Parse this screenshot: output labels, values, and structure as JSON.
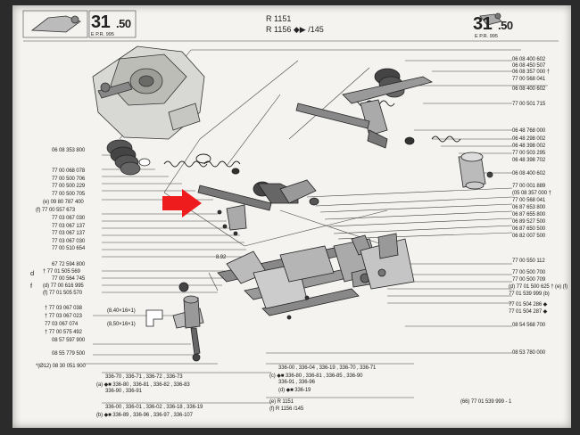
{
  "header": {
    "page_left_int": "31",
    "page_left_dec": ".50",
    "edition_left": "E     P.R. 995",
    "model1": "R 1151",
    "model2": "R 1156  ◆▶  /145",
    "page_right_int": "31",
    "page_right_dec": ".50",
    "edition_right": "E     P.R. 995"
  },
  "left_parts": [
    "06 08 353 800",
    "77 00 068 078",
    "77 00 500 706",
    "77 00 500 229",
    "77 00 500 705",
    "(e) 09 80 787 400",
    "(f) 77 00 557 673",
    "77 03 067 030",
    "77 03 067 137",
    "77 03 067 137",
    "77 03 067 030",
    "77 00 510 654",
    "67 72 594 800",
    "† 77 01 505 569",
    "77 00 564 745",
    "(d) 77 00 616 995",
    "(f) 77 01 505 570",
    "† 77 03 067 038",
    "† 77 03 067 023",
    "77 03 067 074",
    "† 77 00 575 492",
    "08 57 597 900",
    "08 55 779 500",
    "*(Ø12) 08 30 051 900"
  ],
  "left_markers": [
    "d",
    "f"
  ],
  "dim_notes": [
    "(8,40×16×1)",
    "(8,50×16×1)",
    "8.92"
  ],
  "right_parts": [
    "06 08 400 602",
    "06 08 450 507",
    "06 08 357 000 †",
    "77 00 568 041",
    "06 08 400 602",
    "77 00 501 715",
    "06 48 768 000",
    "06 48 298 002",
    "06 48 398 002",
    "77 00 503 295",
    "06 48 398 702",
    "06 08 400 602",
    "77 00 001 889",
    "(05 08 357 000 †",
    "77 00 568 041",
    "06 87 653 800",
    "06 87 655 800",
    "06 89 527 500",
    "06 87 650 500",
    "06 82 007 500",
    "77 00 550 112",
    "77 00 500 700",
    "77 00 500 709",
    "(d) 77 01 500 625 † (e) (f)",
    "77 01 539 999 (b)",
    "77 01 504 286 ◆",
    "77 01 504 287 ◆",
    "08 54 568 700",
    "08 53 780 000"
  ],
  "applicability_left": [
    "336-70 , 336-71 , 336-72 , 336-73",
    "(a)  ◆■  336-80 , 336-81 , 336-82 , 336-83",
    "336-90 , 336-91",
    "336-00 , 336-01 , 336-02 , 336-18 , 336-19",
    "(b)  ◆■  336-89 , 336-96 , 336-97 , 336-107"
  ],
  "applicability_right": [
    "336-00 , 336-04 , 336-19 , 336-70 , 336-71",
    "(c)  ◆■  336-80 , 336-81 , 336-85 , 336-90",
    "336-91 , 336-96",
    "(d)  ◆■  336-19",
    "(e)  R 1151",
    "(f)  R 1156  /145",
    ""
  ],
  "footer": {
    "reference": "(66)  77 01 539 999 - 1"
  }
}
